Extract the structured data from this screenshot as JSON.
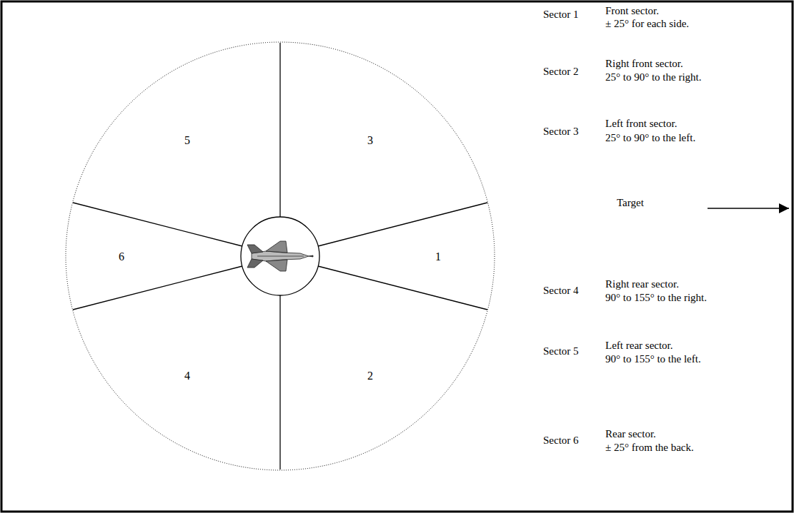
{
  "diagram": {
    "labels": [
      "5",
      "3",
      "6",
      "1",
      "4",
      "2",
      "Sector 1",
      "Front sector.",
      "± 25° for each side.",
      "Sector 2",
      "Right front sector.",
      "25° to 90° to the right.",
      "Sector 3",
      "Left front sector.",
      "25° to 90° to the left.",
      "Target",
      "Sector 4",
      "Right rear sector.",
      "90° to 155° to the right.",
      "Sector 5",
      "Left rear sector.",
      "90° to 155° to the left.",
      "Sector 6",
      "Rear sector.",
      "± 25° from the back."
    ]
  }
}
